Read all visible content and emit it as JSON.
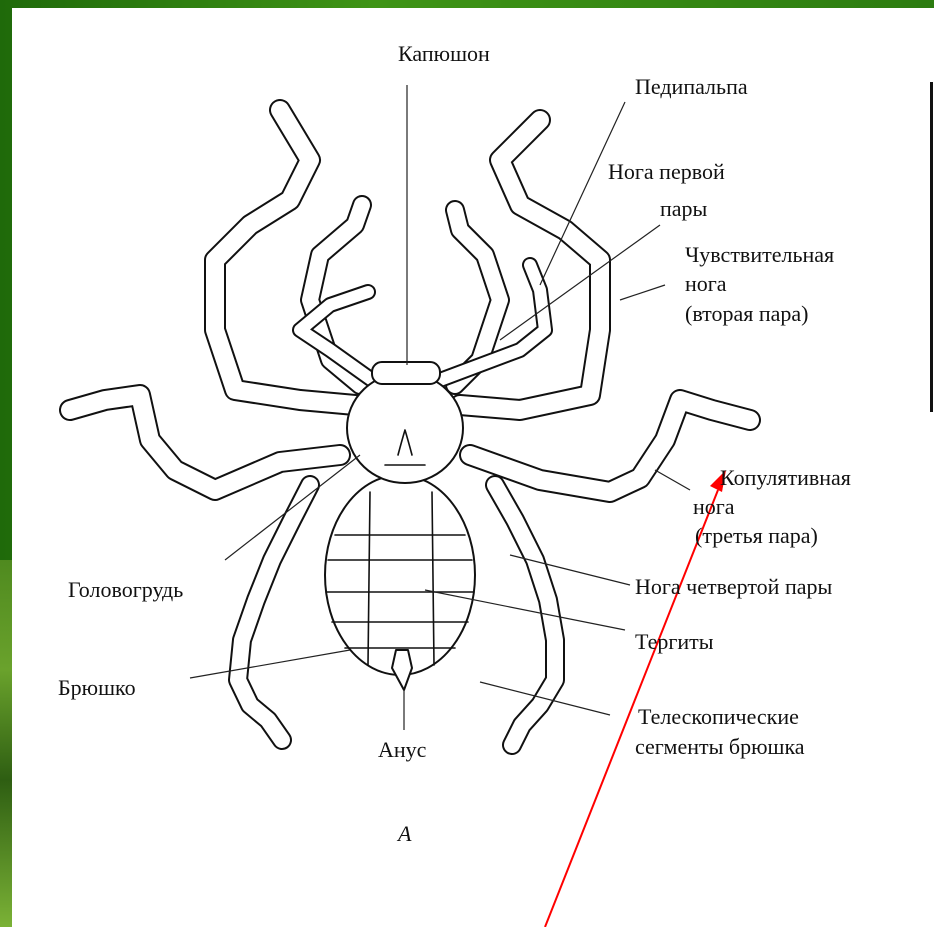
{
  "labels": {
    "kapyushon": "Капюшон",
    "pedipalpa": "Педипальпа",
    "noga1_line1": "Нога первой",
    "noga1_line2": "пары",
    "chuvst_line1": "Чувствительная",
    "chuvst_line2": "нога",
    "chuvst_line3": "(вторая пара)",
    "kopul_line1": "Копулятивная",
    "kopul_line2": "нога",
    "kopul_line3": "(третья пара)",
    "noga4": "Нога четвертой пары",
    "tergity": "Тергиты",
    "teleskop_line1": "Телескопические",
    "teleskop_line2": "сегменты брюшка",
    "golovogrud": "Головогрудь",
    "bryushko": "Брюшко",
    "anus": "Анус",
    "figure_letter": "А"
  },
  "colors": {
    "frame_green": "#2f7a12",
    "sheet": "#ffffff",
    "ink": "#111111",
    "arrow": "#ff0000"
  }
}
